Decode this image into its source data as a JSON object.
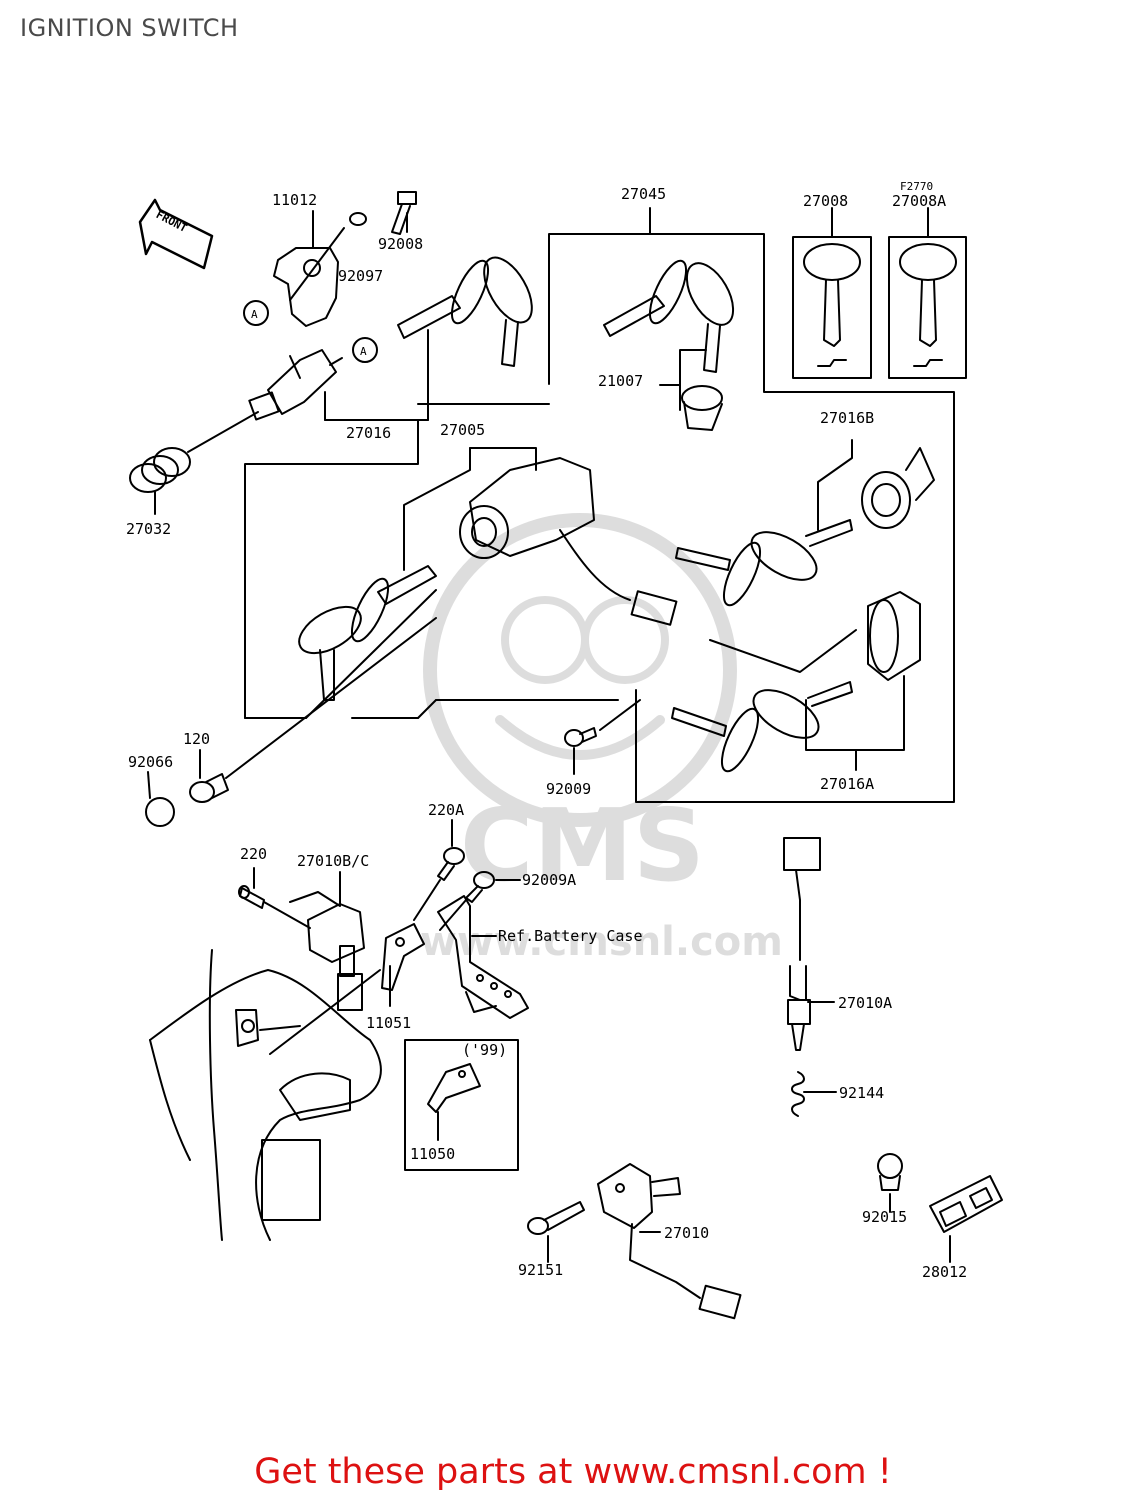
{
  "page": {
    "title": "IGNITION SWITCH",
    "figure_code": "F2770",
    "front_label": "FRONT",
    "footer": "Get these parts at www.cmsnl.com !"
  },
  "watermark": {
    "text": "CMS",
    "url": "www.cmsnl.com"
  },
  "callouts": {
    "a1": "A",
    "a2": "A"
  },
  "labels": {
    "p11012": "11012",
    "p92008": "92008",
    "p92097": "92097",
    "p27045": "27045",
    "p27008": "27008",
    "p27008A": "27008A",
    "p21007": "21007",
    "p27016": "27016",
    "p27005": "27005",
    "p27016B": "27016B",
    "p27032": "27032",
    "p120": "120",
    "p92066": "92066",
    "p92009": "92009",
    "p27016A": "27016A",
    "p220A": "220A",
    "p220": "220",
    "p27010BC": "27010B/C",
    "p92009A": "92009A",
    "ref_battery": "Ref.Battery Case",
    "p11051": "11051",
    "p27010A": "27010A",
    "year99": "('99)",
    "p11050": "11050",
    "p92144": "92144",
    "p92015": "92015",
    "p27010": "27010",
    "p92151": "92151",
    "p28012": "28012"
  }
}
